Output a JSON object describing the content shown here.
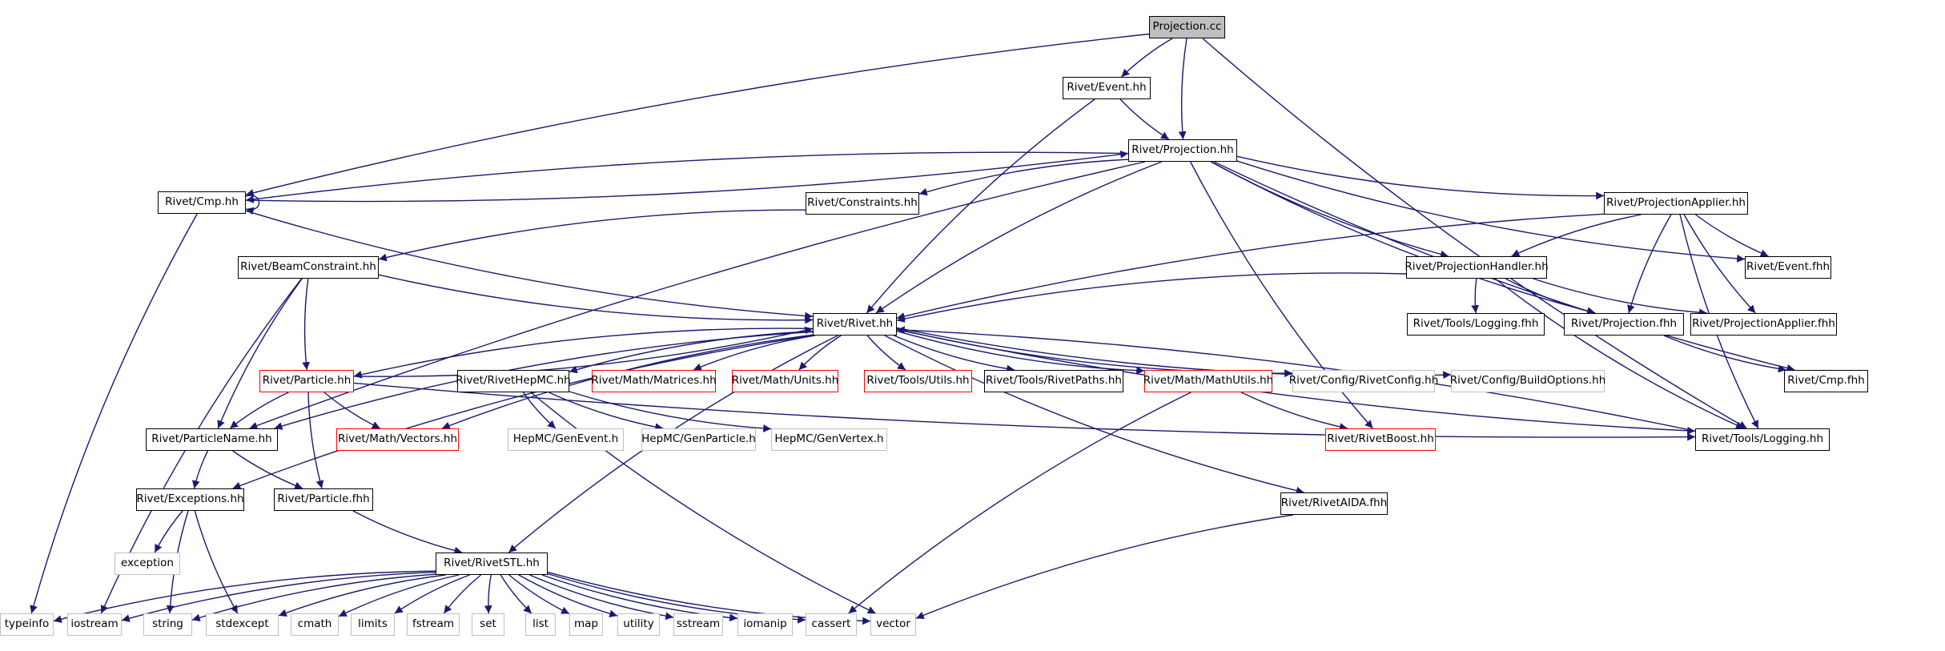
{
  "graph": {
    "root": "Projection.cc",
    "edge_color": "#191970",
    "edge_color_gray": "#bfbfbf",
    "nodes": [
      {
        "id": "n0",
        "label": "Projection.cc",
        "style": "root"
      },
      {
        "id": "n1",
        "label": "Rivet/Event.hh",
        "style": "normal"
      },
      {
        "id": "n2",
        "label": "Rivet/Projection.hh",
        "style": "normal"
      },
      {
        "id": "n3",
        "label": "Rivet/Cmp.hh",
        "style": "normal"
      },
      {
        "id": "n4",
        "label": "Rivet/Constraints.hh",
        "style": "normal"
      },
      {
        "id": "n5",
        "label": "Rivet/ProjectionApplier.hh",
        "style": "normal"
      },
      {
        "id": "n6",
        "label": "Rivet/BeamConstraint.hh",
        "style": "normal"
      },
      {
        "id": "n7",
        "label": "Rivet/ProjectionHandler.hh",
        "style": "normal"
      },
      {
        "id": "n8",
        "label": "Rivet/Event.fhh",
        "style": "normal"
      },
      {
        "id": "n9",
        "label": "Rivet/Rivet.hh",
        "style": "normal"
      },
      {
        "id": "n10",
        "label": "Rivet/Tools/Logging.fhh",
        "style": "normal"
      },
      {
        "id": "n11",
        "label": "Rivet/Projection.fhh",
        "style": "normal"
      },
      {
        "id": "n12",
        "label": "Rivet/ProjectionApplier.fhh",
        "style": "normal"
      },
      {
        "id": "n13",
        "label": "Rivet/Particle.hh",
        "style": "red"
      },
      {
        "id": "n14",
        "label": "Rivet/RivetHepMC.hh",
        "style": "normal"
      },
      {
        "id": "n15",
        "label": "Rivet/Math/Matrices.hh",
        "style": "red"
      },
      {
        "id": "n16",
        "label": "Rivet/Math/Units.hh",
        "style": "red"
      },
      {
        "id": "n17",
        "label": "Rivet/Tools/Utils.hh",
        "style": "red"
      },
      {
        "id": "n18",
        "label": "Rivet/Tools/RivetPaths.hh",
        "style": "normal"
      },
      {
        "id": "n19",
        "label": "Rivet/Math/MathUtils.hh",
        "style": "red"
      },
      {
        "id": "n20",
        "label": "Rivet/Config/RivetConfig.hh",
        "style": "gray"
      },
      {
        "id": "n21",
        "label": "Rivet/Config/BuildOptions.hh",
        "style": "gray"
      },
      {
        "id": "n22",
        "label": "Rivet/Cmp.fhh",
        "style": "normal"
      },
      {
        "id": "n23",
        "label": "Rivet/ParticleName.hh",
        "style": "normal"
      },
      {
        "id": "n24",
        "label": "Rivet/Math/Vectors.hh",
        "style": "red"
      },
      {
        "id": "n25",
        "label": "HepMC/GenEvent.h",
        "style": "gray"
      },
      {
        "id": "n26",
        "label": "HepMC/GenParticle.h",
        "style": "gray"
      },
      {
        "id": "n27",
        "label": "HepMC/GenVertex.h",
        "style": "gray"
      },
      {
        "id": "n28",
        "label": "Rivet/RivetBoost.hh",
        "style": "red"
      },
      {
        "id": "n29",
        "label": "Rivet/Tools/Logging.hh",
        "style": "normal"
      },
      {
        "id": "n30",
        "label": "Rivet/Exceptions.hh",
        "style": "normal"
      },
      {
        "id": "n31",
        "label": "Rivet/Particle.fhh",
        "style": "normal"
      },
      {
        "id": "n32",
        "label": "Rivet/RivetAIDA.fhh",
        "style": "normal"
      },
      {
        "id": "n33",
        "label": "exception",
        "style": "gray"
      },
      {
        "id": "n34",
        "label": "Rivet/RivetSTL.hh",
        "style": "normal"
      },
      {
        "id": "n35",
        "label": "typeinfo",
        "style": "gray"
      },
      {
        "id": "n36",
        "label": "iostream",
        "style": "gray"
      },
      {
        "id": "n37",
        "label": "string",
        "style": "gray"
      },
      {
        "id": "n38",
        "label": "stdexcept",
        "style": "gray"
      },
      {
        "id": "n39",
        "label": "cmath",
        "style": "gray"
      },
      {
        "id": "n40",
        "label": "limits",
        "style": "gray"
      },
      {
        "id": "n41",
        "label": "fstream",
        "style": "gray"
      },
      {
        "id": "n42",
        "label": "set",
        "style": "gray"
      },
      {
        "id": "n43",
        "label": "list",
        "style": "gray"
      },
      {
        "id": "n44",
        "label": "map",
        "style": "gray"
      },
      {
        "id": "n45",
        "label": "utility",
        "style": "gray"
      },
      {
        "id": "n46",
        "label": "sstream",
        "style": "gray"
      },
      {
        "id": "n47",
        "label": "iomanip",
        "style": "gray"
      },
      {
        "id": "n48",
        "label": "cassert",
        "style": "gray"
      },
      {
        "id": "n49",
        "label": "vector",
        "style": "gray"
      }
    ],
    "edges": [
      [
        "n0",
        "n1"
      ],
      [
        "n0",
        "n2"
      ],
      [
        "n0",
        "n3"
      ],
      [
        "n0",
        "n29"
      ],
      [
        "n1",
        "n2"
      ],
      [
        "n1",
        "n9"
      ],
      [
        "n2",
        "n3"
      ],
      [
        "n2",
        "n4"
      ],
      [
        "n2",
        "n9"
      ],
      [
        "n2",
        "n5"
      ],
      [
        "n2",
        "n7"
      ],
      [
        "n2",
        "n8"
      ],
      [
        "n2",
        "n11"
      ],
      [
        "n2",
        "n22"
      ],
      [
        "n2",
        "n23"
      ],
      [
        "n2",
        "n28"
      ],
      [
        "n3",
        "n2"
      ],
      [
        "n3",
        "n3"
      ],
      [
        "n3",
        "n9"
      ],
      [
        "n3",
        "n35"
      ],
      [
        "n4",
        "n6"
      ],
      [
        "n5",
        "n9"
      ],
      [
        "n5",
        "n7"
      ],
      [
        "n5",
        "n8"
      ],
      [
        "n5",
        "n11"
      ],
      [
        "n5",
        "n12"
      ],
      [
        "n5",
        "n29"
      ],
      [
        "n6",
        "n9"
      ],
      [
        "n6",
        "n13"
      ],
      [
        "n6",
        "n23"
      ],
      [
        "n6",
        "n36"
      ],
      [
        "n7",
        "n9"
      ],
      [
        "n7",
        "n10"
      ],
      [
        "n7",
        "n11"
      ],
      [
        "n7",
        "n12"
      ],
      [
        "n7",
        "n29"
      ],
      [
        "n9",
        "n13"
      ],
      [
        "n9",
        "n14"
      ],
      [
        "n9",
        "n15"
      ],
      [
        "n9",
        "n16"
      ],
      [
        "n9",
        "n17"
      ],
      [
        "n9",
        "n18"
      ],
      [
        "n9",
        "n19"
      ],
      [
        "n9",
        "n20"
      ],
      [
        "n9",
        "n21"
      ],
      [
        "n9",
        "n23"
      ],
      [
        "n9",
        "n24"
      ],
      [
        "n9",
        "n29"
      ],
      [
        "n9",
        "n30"
      ],
      [
        "n9",
        "n32"
      ],
      [
        "n9",
        "n34"
      ],
      [
        "n11",
        "n22"
      ],
      [
        "n13",
        "n9"
      ],
      [
        "n13",
        "n23"
      ],
      [
        "n13",
        "n24"
      ],
      [
        "n13",
        "n31"
      ],
      [
        "n13",
        "n29"
      ],
      [
        "n14",
        "n25"
      ],
      [
        "n14",
        "n26"
      ],
      [
        "n14",
        "n27"
      ],
      [
        "n14",
        "n49"
      ],
      [
        "n19",
        "n28"
      ],
      [
        "n19",
        "n48"
      ],
      [
        "n23",
        "n30"
      ],
      [
        "n23",
        "n31"
      ],
      [
        "n29",
        "n9"
      ],
      [
        "n30",
        "n33"
      ],
      [
        "n30",
        "n37"
      ],
      [
        "n30",
        "n38"
      ],
      [
        "n31",
        "n34"
      ],
      [
        "n32",
        "n49"
      ],
      [
        "n34",
        "n35"
      ],
      [
        "n34",
        "n36"
      ],
      [
        "n34",
        "n37"
      ],
      [
        "n34",
        "n38"
      ],
      [
        "n34",
        "n39"
      ],
      [
        "n34",
        "n40"
      ],
      [
        "n34",
        "n41"
      ],
      [
        "n34",
        "n42"
      ],
      [
        "n34",
        "n43"
      ],
      [
        "n34",
        "n44"
      ],
      [
        "n34",
        "n45"
      ],
      [
        "n34",
        "n46"
      ],
      [
        "n34",
        "n47"
      ],
      [
        "n34",
        "n48"
      ],
      [
        "n34",
        "n49"
      ]
    ]
  }
}
